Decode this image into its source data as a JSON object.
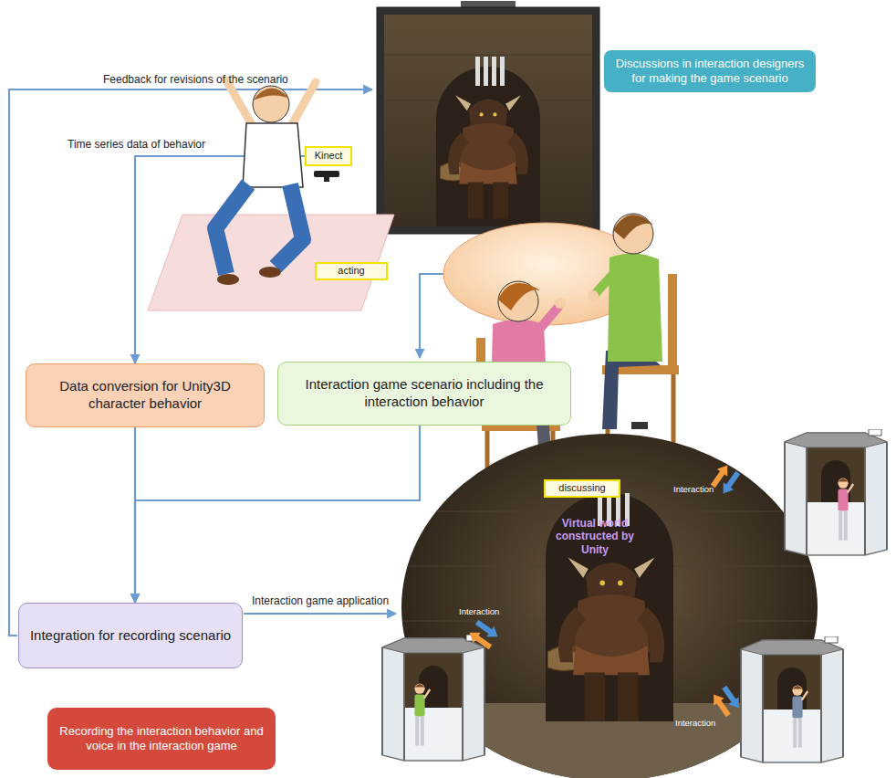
{
  "diagram": {
    "nodes": [
      {
        "text": [
          "Discussions in interaction designers for making the game scenario"
        ]
      },
      {
        "text": [
          "Kinect"
        ]
      },
      {
        "text": [
          "acting"
        ]
      },
      {
        "text": [
          "discussing"
        ]
      },
      {
        "text": [
          "Data conversion for Unity3D character behavior"
        ]
      },
      {
        "text": [
          "Interaction game scenario including the interaction behavior"
        ]
      },
      {
        "text": [
          "Integration for recording scenario"
        ]
      },
      {
        "text": [
          "Recording the interaction behavior and voice in the interaction game"
        ]
      }
    ],
    "edges": [
      {
        "from": 1,
        "to": 4,
        "arrow": "to",
        "label": "Time series data of behavior"
      },
      {
        "from": 4,
        "to": 6,
        "arrow": "to"
      },
      {
        "from": 5,
        "to": 6,
        "arrow": "to"
      }
    ],
    "labels": [
      "Feedback for revisions of the scenario",
      "Interaction game application",
      "Virtual world constructed by Unity",
      "Interaction",
      "Interaction",
      "Interaction"
    ]
  }
}
